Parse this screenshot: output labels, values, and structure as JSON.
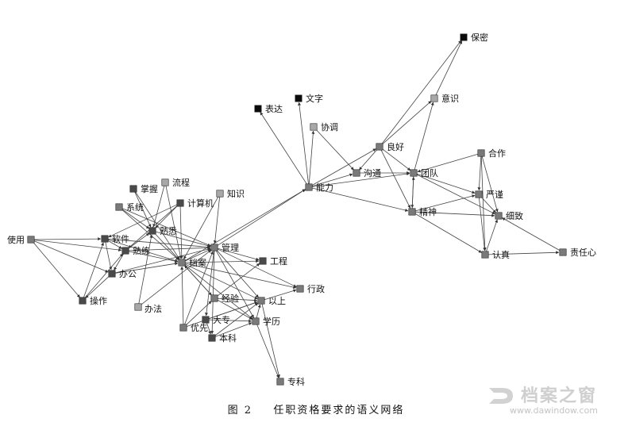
{
  "caption": {
    "figure_no": "图 2",
    "title": "任职资格要求的语义网络"
  },
  "watermark": {
    "brand": "档案之窗",
    "url": "www.dawindow.com",
    "logo_icon": "stylized-D-logo"
  },
  "colors": {
    "edge": "#444444",
    "node_black": "#0b0b0b",
    "node_dark": "#4a4a4a",
    "node_mid": "#7a7a7a",
    "node_light": "#a8a8a8"
  },
  "nodes": [
    {
      "id": "baomi",
      "label": "保密",
      "shade": "node_black"
    },
    {
      "id": "yishi",
      "label": "意识",
      "shade": "node_light"
    },
    {
      "id": "biaoda",
      "label": "表达",
      "shade": "node_black"
    },
    {
      "id": "wenzi",
      "label": "文字",
      "shade": "node_black"
    },
    {
      "id": "xietiao",
      "label": "协调",
      "shade": "node_light"
    },
    {
      "id": "lianghao",
      "label": "良好",
      "shade": "node_mid"
    },
    {
      "id": "hezuo",
      "label": "合作",
      "shade": "node_mid"
    },
    {
      "id": "goutong",
      "label": "沟通",
      "shade": "node_mid"
    },
    {
      "id": "tuandui",
      "label": "团队",
      "shade": "node_mid"
    },
    {
      "id": "nengli",
      "label": "能力",
      "shade": "node_mid"
    },
    {
      "id": "yanjin",
      "label": "严谨",
      "shade": "node_mid"
    },
    {
      "id": "jingshen",
      "label": "精神",
      "shade": "node_mid"
    },
    {
      "id": "xizhi",
      "label": "细致",
      "shade": "node_mid"
    },
    {
      "id": "renzhen",
      "label": "认真",
      "shade": "node_mid"
    },
    {
      "id": "zerenxin",
      "label": "责任心",
      "shade": "node_mid"
    },
    {
      "id": "zhangwo",
      "label": "掌握",
      "shade": "node_dark"
    },
    {
      "id": "liucheng",
      "label": "流程",
      "shade": "node_light"
    },
    {
      "id": "zhishi",
      "label": "知识",
      "shade": "node_light"
    },
    {
      "id": "jisuanji",
      "label": "计算机",
      "shade": "node_dark"
    },
    {
      "id": "xitong",
      "label": "系统",
      "shade": "node_mid"
    },
    {
      "id": "shuxi",
      "label": "熟悉",
      "shade": "node_dark"
    },
    {
      "id": "shiyong",
      "label": "使用",
      "shade": "node_mid"
    },
    {
      "id": "ruanjian",
      "label": "软件",
      "shade": "node_dark"
    },
    {
      "id": "shulian",
      "label": "熟练",
      "shade": "node_dark"
    },
    {
      "id": "guanli",
      "label": "管理",
      "shade": "node_mid"
    },
    {
      "id": "gongcheng",
      "label": "工程",
      "shade": "node_dark"
    },
    {
      "id": "bangong",
      "label": "办公",
      "shade": "node_dark"
    },
    {
      "id": "dangan",
      "label": "档案",
      "shade": "node_mid"
    },
    {
      "id": "xingzheng",
      "label": "行政",
      "shade": "node_mid"
    },
    {
      "id": "caozuo",
      "label": "操作",
      "shade": "node_dark"
    },
    {
      "id": "jingyan",
      "label": "经验",
      "shade": "node_mid"
    },
    {
      "id": "yishang",
      "label": "以上",
      "shade": "node_mid"
    },
    {
      "id": "banfa",
      "label": "办法",
      "shade": "node_light"
    },
    {
      "id": "dazhuan",
      "label": "大专",
      "shade": "node_dark"
    },
    {
      "id": "xueli",
      "label": "学历",
      "shade": "node_mid"
    },
    {
      "id": "youxian",
      "label": "优先",
      "shade": "node_mid"
    },
    {
      "id": "benke",
      "label": "本科",
      "shade": "node_dark"
    },
    {
      "id": "zhuanke",
      "label": "专科",
      "shade": "node_mid"
    }
  ],
  "edges": [
    [
      "yishi",
      "baomi"
    ],
    [
      "lianghao",
      "baomi"
    ],
    [
      "tuandui",
      "yishi"
    ],
    [
      "lianghao",
      "yishi"
    ],
    [
      "nengli",
      "biaoda"
    ],
    [
      "nengli",
      "wenzi"
    ],
    [
      "nengli",
      "xietiao"
    ],
    [
      "nengli",
      "lianghao"
    ],
    [
      "nengli",
      "goutong"
    ],
    [
      "nengli",
      "tuandui"
    ],
    [
      "nengli",
      "jingshen"
    ],
    [
      "lianghao",
      "goutong"
    ],
    [
      "lianghao",
      "tuandui"
    ],
    [
      "lianghao",
      "jingshen"
    ],
    [
      "xietiao",
      "goutong"
    ],
    [
      "goutong",
      "tuandui"
    ],
    [
      "hezuo",
      "tuandui"
    ],
    [
      "hezuo",
      "yanjin"
    ],
    [
      "hezuo",
      "xizhi"
    ],
    [
      "hezuo",
      "renzhen"
    ],
    [
      "tuandui",
      "jingshen"
    ],
    [
      "jingshen",
      "tuandui"
    ],
    [
      "tuandui",
      "yanjin"
    ],
    [
      "tuandui",
      "xizhi"
    ],
    [
      "jingshen",
      "yanjin"
    ],
    [
      "jingshen",
      "xizhi"
    ],
    [
      "jingshen",
      "renzhen"
    ],
    [
      "yanjin",
      "xizhi"
    ],
    [
      "renzhen",
      "xizhi"
    ],
    [
      "yanjin",
      "renzhen"
    ],
    [
      "zerenxin",
      "xizhi"
    ],
    [
      "renzhen",
      "zerenxin"
    ],
    [
      "dangan",
      "nengli"
    ],
    [
      "guanli",
      "nengli"
    ],
    [
      "zhangwo",
      "shuxi"
    ],
    [
      "zhangwo",
      "dangan"
    ],
    [
      "liucheng",
      "dangan"
    ],
    [
      "liucheng",
      "shuxi"
    ],
    [
      "jisuanji",
      "shulian"
    ],
    [
      "jisuanji",
      "ruanjian"
    ],
    [
      "jisuanji",
      "dangan"
    ],
    [
      "jisuanji",
      "shuxi"
    ],
    [
      "zhishi",
      "dangan"
    ],
    [
      "zhishi",
      "guanli"
    ],
    [
      "xitong",
      "shuxi"
    ],
    [
      "xitong",
      "guanli"
    ],
    [
      "xitong",
      "dangan"
    ],
    [
      "shiyong",
      "ruanjian"
    ],
    [
      "shiyong",
      "shulian"
    ],
    [
      "shiyong",
      "bangong"
    ],
    [
      "shiyong",
      "caozuo"
    ],
    [
      "ruanjian",
      "shulian"
    ],
    [
      "ruanjian",
      "bangong"
    ],
    [
      "ruanjian",
      "guanli"
    ],
    [
      "ruanjian",
      "dangan"
    ],
    [
      "shulian",
      "guanli"
    ],
    [
      "shulian",
      "dangan"
    ],
    [
      "shulian",
      "bangong"
    ],
    [
      "shulian",
      "shuxi"
    ],
    [
      "bangong",
      "caozuo"
    ],
    [
      "bangong",
      "guanli"
    ],
    [
      "bangong",
      "dangan"
    ],
    [
      "caozuo",
      "shulian"
    ],
    [
      "caozuo",
      "ruanjian"
    ],
    [
      "shuxi",
      "guanli"
    ],
    [
      "shuxi",
      "dangan"
    ],
    [
      "dangan",
      "guanli"
    ],
    [
      "dangan",
      "gongcheng"
    ],
    [
      "dangan",
      "xingzheng"
    ],
    [
      "dangan",
      "yishang"
    ],
    [
      "dangan",
      "xueli"
    ],
    [
      "dangan",
      "jingyan"
    ],
    [
      "guanli",
      "gongcheng"
    ],
    [
      "guanli",
      "xingzheng"
    ],
    [
      "guanli",
      "yishang"
    ],
    [
      "guanli",
      "xueli"
    ],
    [
      "guanli",
      "dazhuan"
    ],
    [
      "guanli",
      "benke"
    ],
    [
      "banfa",
      "guanli"
    ],
    [
      "banfa",
      "shuxi"
    ],
    [
      "jingyan",
      "yishang"
    ],
    [
      "jingyan",
      "gongcheng"
    ],
    [
      "jingyan",
      "xueli"
    ],
    [
      "youxian",
      "dangan"
    ],
    [
      "youxian",
      "guanli"
    ],
    [
      "youxian",
      "yishang"
    ],
    [
      "youxian",
      "jingyan"
    ],
    [
      "dazhuan",
      "yishang"
    ],
    [
      "dazhuan",
      "xueli"
    ],
    [
      "dazhuan",
      "benke"
    ],
    [
      "benke",
      "yishang"
    ],
    [
      "benke",
      "xueli"
    ],
    [
      "xueli",
      "yishang"
    ],
    [
      "yishang",
      "xingzheng"
    ],
    [
      "xueli",
      "zhuanke"
    ],
    [
      "yishang",
      "zhuanke"
    ],
    [
      "jingyan",
      "dangan"
    ]
  ]
}
